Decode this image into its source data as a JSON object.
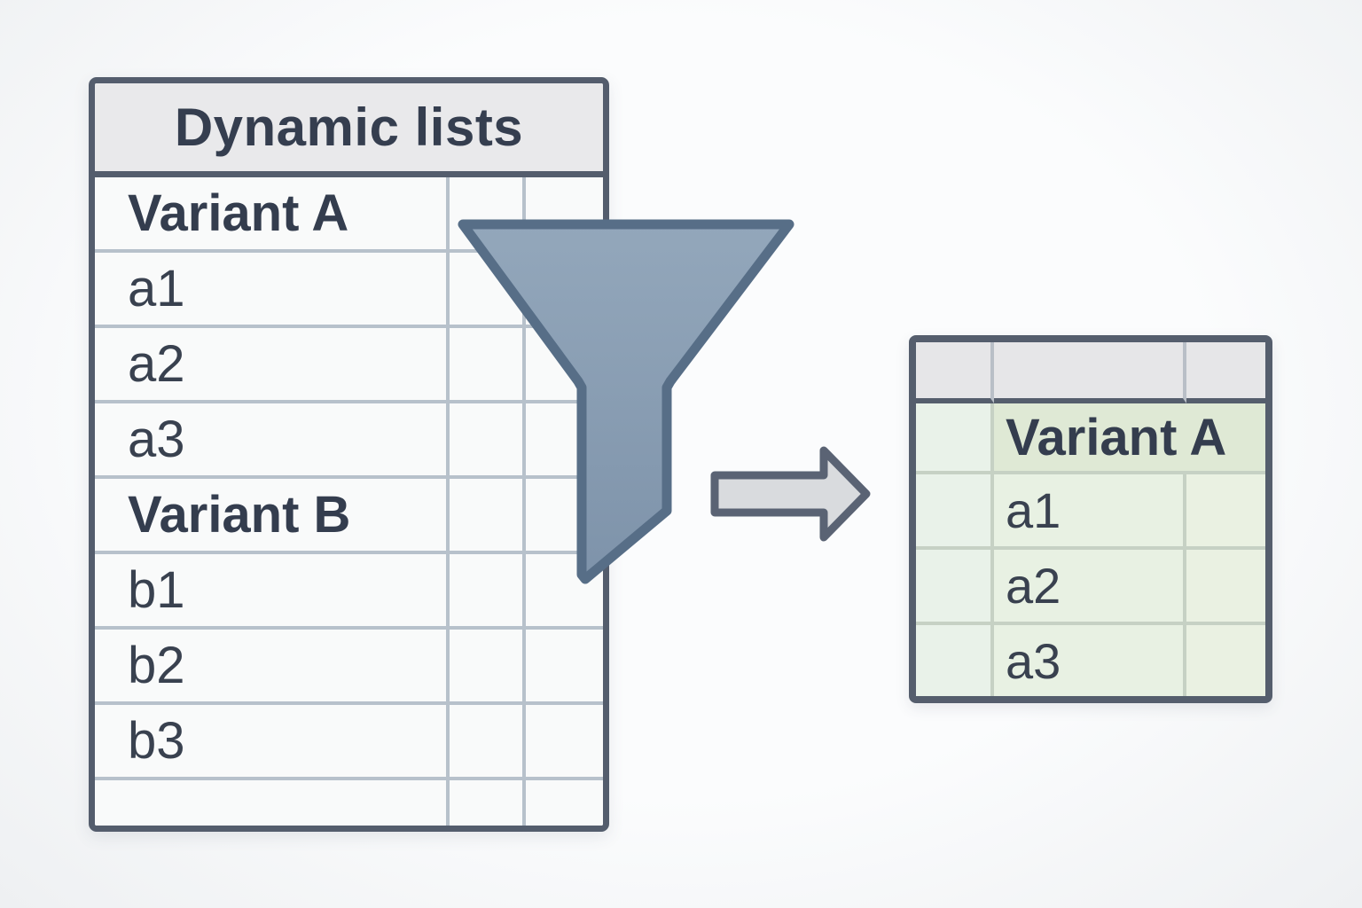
{
  "source_table": {
    "title": "Dynamic lists",
    "rows": [
      {
        "label": "Variant A"
      },
      {
        "label": "a1"
      },
      {
        "label": "a2"
      },
      {
        "label": "a3"
      },
      {
        "label": "Variant B"
      },
      {
        "label": "b1"
      },
      {
        "label": "b2"
      },
      {
        "label": "b3"
      },
      {
        "label": ""
      }
    ]
  },
  "filter": {
    "icon": "funnel-icon",
    "fill_top": "#93a7bb",
    "fill_bottom": "#7e93aa",
    "stroke": "#576e87"
  },
  "arrow": {
    "icon": "arrow-right-icon",
    "fill": "#d9dbde",
    "stroke": "#5a6374"
  },
  "result_table": {
    "header_cells": [
      "",
      "",
      ""
    ],
    "rows": [
      {
        "label": "Variant A"
      },
      {
        "label": "a1"
      },
      {
        "label": "a2"
      },
      {
        "label": "a3"
      }
    ]
  }
}
